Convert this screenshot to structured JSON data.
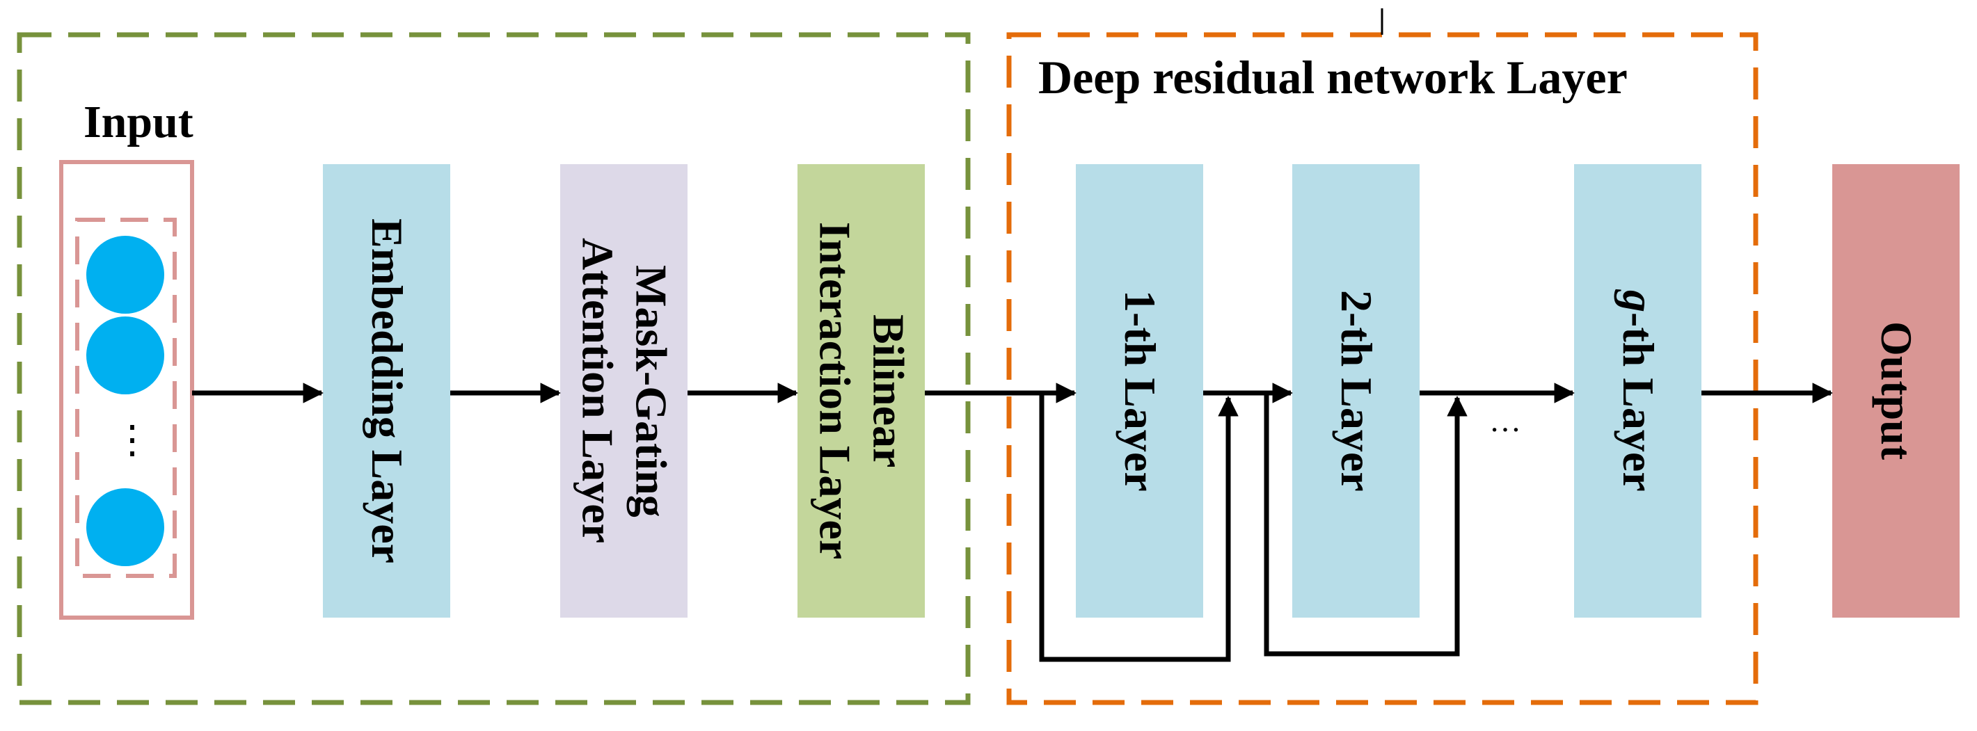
{
  "input": {
    "title": "Input",
    "ellipsis": "⋮"
  },
  "layers": {
    "embedding": "Embedding Layer",
    "mask_gating": [
      "Mask-Gating",
      "Attention Layer"
    ],
    "bilinear": [
      "Bilinear",
      "Interaction Layer"
    ]
  },
  "residual": {
    "title": "Deep residual network Layer",
    "layer1": "1-th Layer",
    "layer2": "2-th Layer",
    "layerg_prefix": "g",
    "layerg_suffix": "-th  Layer",
    "ellipsis": "…"
  },
  "output": {
    "label": "Output"
  },
  "colors": {
    "green_dash": "#77923c",
    "orange_dash": "#e46c0a",
    "input_border": "#d99694",
    "node_fill": "#00b0f0",
    "blue_box": "#b7dde8",
    "lavender_box": "#ddd9e8",
    "green_box": "#c3d69b",
    "output_box": "#d99694"
  }
}
